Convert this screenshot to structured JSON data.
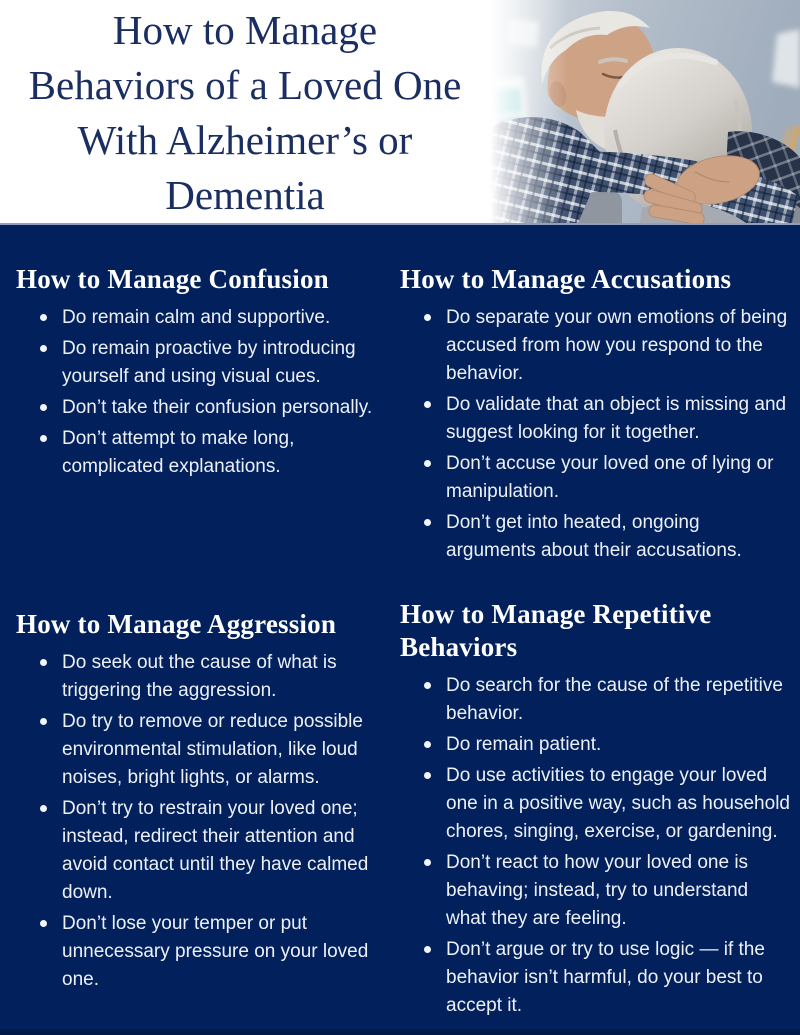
{
  "header": {
    "title_lines": [
      "How to Manage",
      "Behaviors of a Loved One",
      "With Alzheimer’s or",
      "Dementia"
    ],
    "photo_name": "elderly-couple-hugging-photo"
  },
  "colors": {
    "background_navy": "#01205C",
    "bottom_bar_navy": "#001847",
    "title_navy": "#1B2E62",
    "heading_white": "#FFFFFF",
    "body_text": "#EDF1F7"
  },
  "sections": [
    {
      "id": "confusion",
      "heading": "How to Manage Confusion",
      "bullets": [
        "Do remain calm and supportive.",
        "Do remain proactive by introducing yourself and using visual cues.",
        "Don’t take their confusion personally.",
        "Don’t attempt to make long, complicated explanations."
      ]
    },
    {
      "id": "accusations",
      "heading": "How to Manage Accusations",
      "bullets": [
        "Do separate your own emotions of being accused from how you respond to the behavior.",
        "Do validate that an object is missing and suggest looking for it together.",
        "Don’t accuse your loved one of lying or manipulation.",
        "Don’t get into heated, ongoing arguments about their accusations."
      ]
    },
    {
      "id": "aggression",
      "heading": "How to Manage Aggression",
      "bullets": [
        "Do seek out the cause of what is triggering the aggression.",
        "Do try to remove or reduce possible environmental stimulation, like loud noises, bright lights, or alarms.",
        "Don’t try to restrain your loved one; instead, redirect their attention and avoid contact until they have calmed down.",
        "Don’t lose your temper or put unnecessary pressure on your loved one."
      ]
    },
    {
      "id": "repetitive",
      "heading": "How to Manage Repetitive Behaviors",
      "bullets": [
        "Do search for the cause of the repetitive behavior.",
        "Do remain patient.",
        "Do use activities to engage your loved one in a positive way, such as household chores, singing, exercise, or gardening.",
        "Don’t react to how your loved one is behaving; instead, try to understand what they are feeling.",
        "Don’t argue or try to use logic — if the behavior isn’t harmful, do your best to accept it."
      ]
    }
  ]
}
